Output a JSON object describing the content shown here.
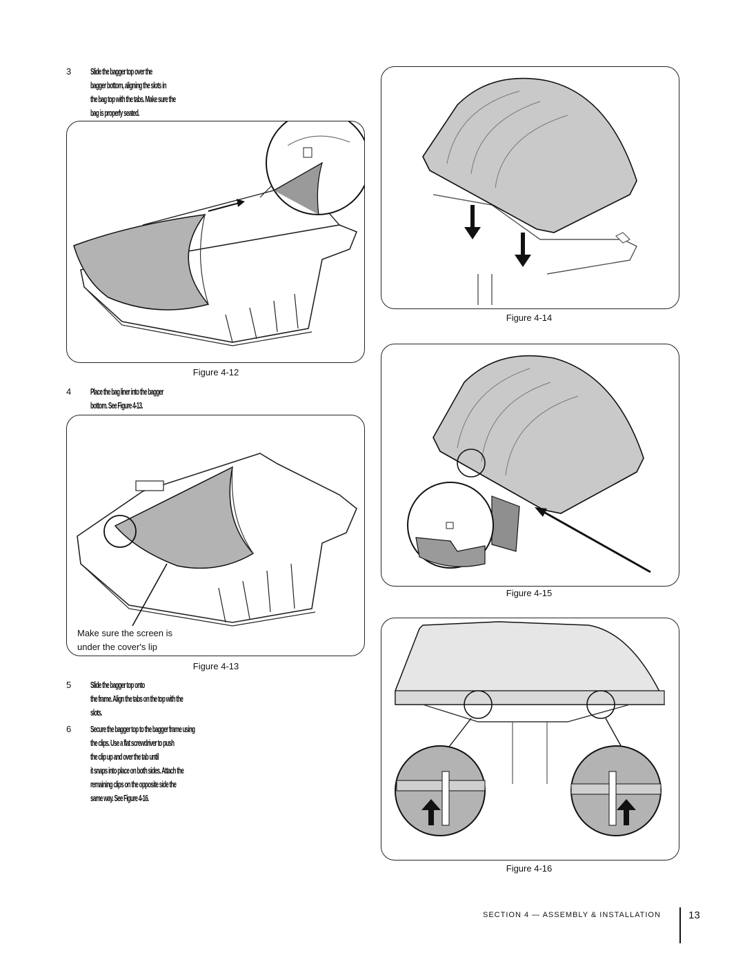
{
  "steps": [
    {
      "num": "3",
      "lines": [
        "Slide the bagger top over the",
        "bagger bottom, aligning the slots in",
        "the bag top with the tabs. Make sure the",
        "bag is properly seated."
      ]
    },
    {
      "num": "4",
      "lines": [
        "Place the bag liner into the bagger",
        "bottom. See Figure 4-13."
      ]
    },
    {
      "num": "5",
      "lines": [
        "Slide the bagger top onto",
        "the frame. Align the tabs on the top with the",
        "slots."
      ]
    },
    {
      "num": "6",
      "lines": [
        "Secure the bagger top to the bagger frame using",
        "the clips. Use a flat screwdriver to push",
        "the clip up and over the tab until",
        "it snaps into place on both sides. Attach the",
        "remaining clips on the opposite side the",
        "same way. See Figure 4-16."
      ]
    }
  ],
  "figures": {
    "fig12": "Figure 4-12",
    "fig13": "Figure 4-13",
    "fig14": "Figure 4-14",
    "fig15": "Figure 4-15",
    "fig16": "Figure 4-16"
  },
  "callout13": [
    "Make sure the screen is",
    "under the cover's lip"
  ],
  "footer": {
    "section": "SECTION 4 — ASSEMBLY & INSTALLATION",
    "page": "13"
  }
}
